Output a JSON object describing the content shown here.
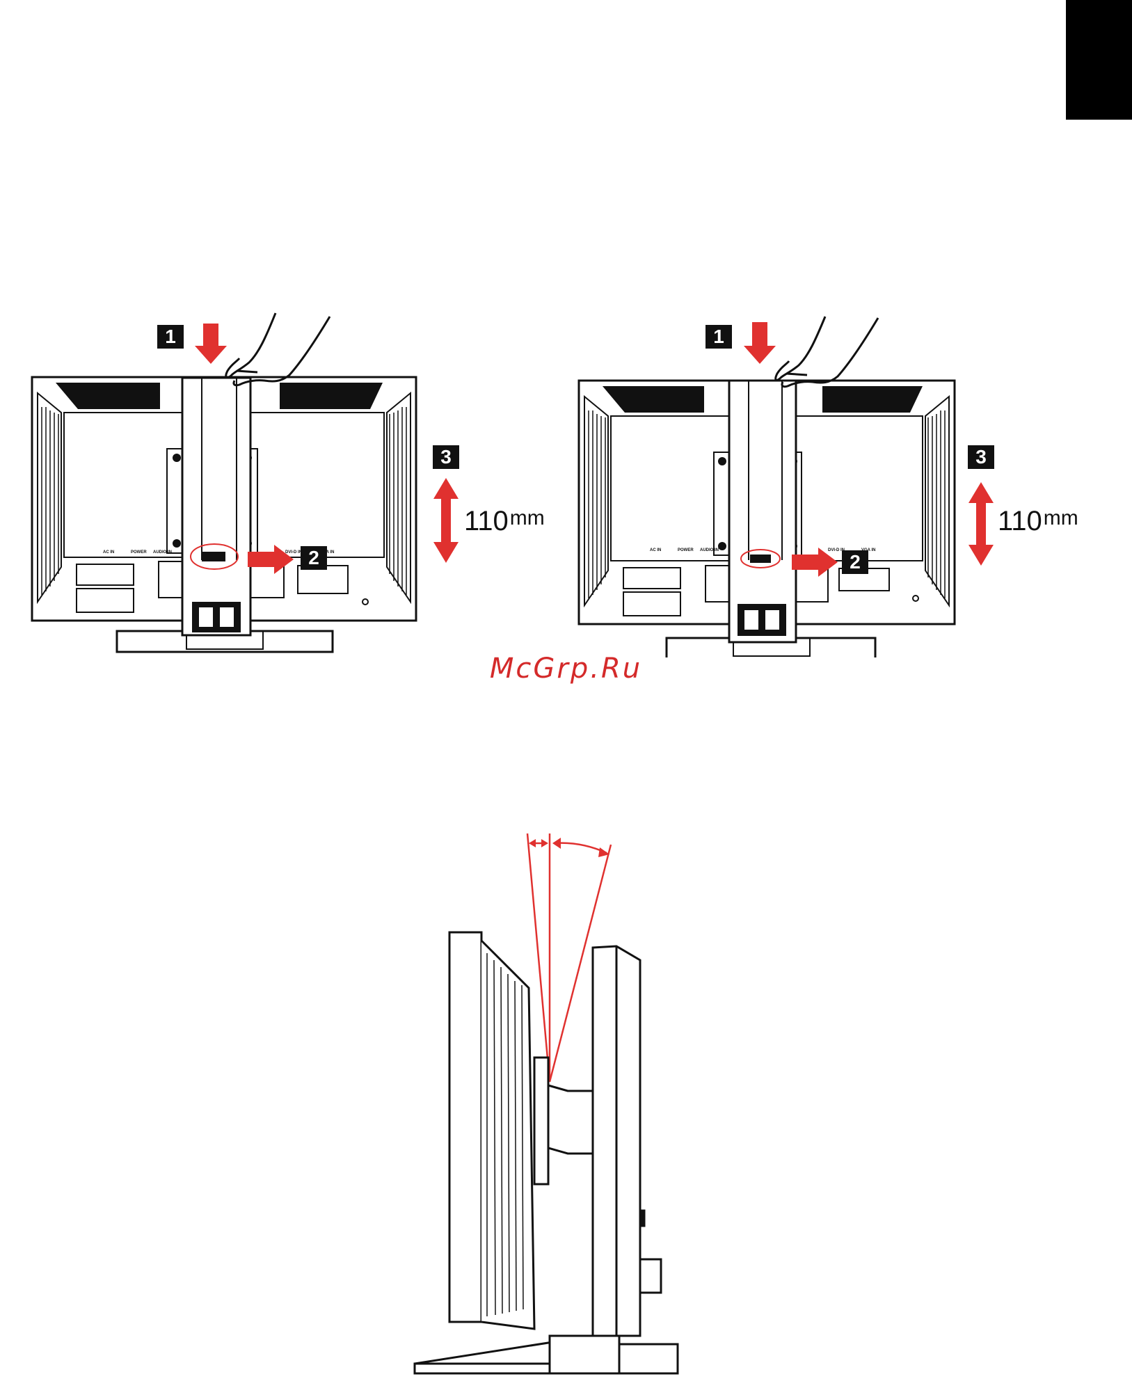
{
  "figure_left": {
    "steps": {
      "one": "1",
      "two": "2",
      "three": "3"
    },
    "measurement": {
      "value": "110",
      "unit": "mm"
    },
    "ports": {
      "ac_in": "AC IN",
      "power": "POWER",
      "audio_in": "AUDIO IN",
      "dvi_d_in": "DVI-D IN",
      "vga_in": "VGA IN"
    }
  },
  "figure_right": {
    "steps": {
      "one": "1",
      "two": "2",
      "three": "3"
    },
    "measurement": {
      "value": "110",
      "unit": "mm"
    },
    "ports": {
      "ac_in": "AC IN",
      "power": "POWER",
      "audio_in": "AUDIO IN",
      "dvi_d_in": "DVI-D IN",
      "vga_in": "VGA IN"
    }
  },
  "watermark": "McGrp.Ru",
  "colors": {
    "accent_red": "#e0312f",
    "line": "#111111"
  },
  "icons": {
    "pull_arrow": "right-arrow-icon",
    "press_arrow": "down-arrow-icon",
    "height_arrow": "updown-arrow-icon"
  }
}
